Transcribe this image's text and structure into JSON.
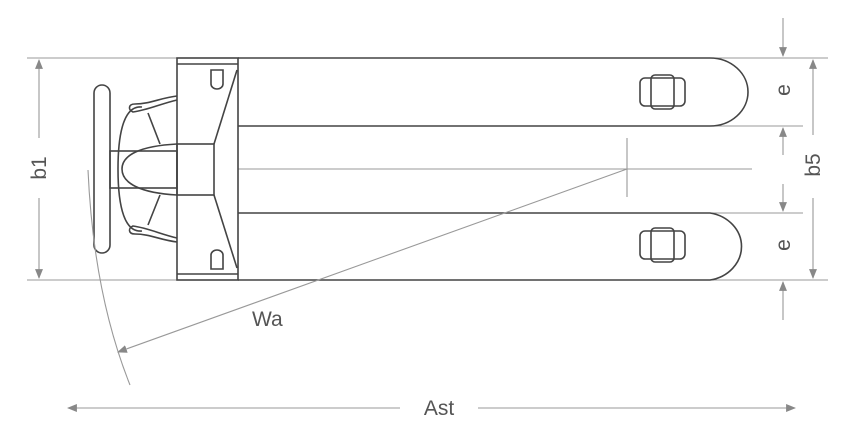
{
  "title": "Pallet truck dimension diagram (top view)",
  "labels": {
    "b1": "b1",
    "b5": "b5",
    "e_top": "e",
    "e_bottom": "e",
    "wa": "Wa",
    "ast": "Ast"
  },
  "colors": {
    "outline": "#444444",
    "dimension": "#999999",
    "arrow": "#888888",
    "text": "#555555"
  }
}
